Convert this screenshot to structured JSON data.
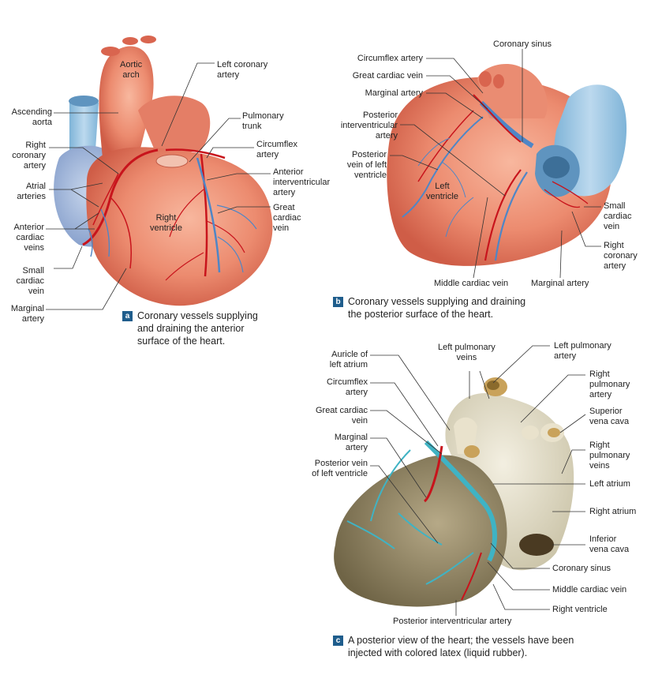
{
  "panel_a": {
    "labels": {
      "aortic_arch": "Aortic\narch",
      "left_coronary_artery": "Left coronary\nartery",
      "ascending_aorta": "Ascending\naorta",
      "pulmonary_trunk": "Pulmonary\ntrunk",
      "right_coronary_artery": "Right\ncoronary\nartery",
      "circumflex_artery": "Circumflex\nartery",
      "atrial_arteries": "Atrial\narteries",
      "anterior_interventricular_artery": "Anterior\ninterventricular\nartery",
      "right_ventricle": "Right\nventricle",
      "great_cardiac_vein": "Great\ncardiac\nvein",
      "anterior_cardiac_veins": "Anterior\ncardiac\nveins",
      "small_cardiac_vein": "Small\ncardiac\nvein",
      "marginal_artery": "Marginal\nartery"
    },
    "badge": "a",
    "caption": "Coronary vessels supplying\nand draining the anterior\nsurface of the heart."
  },
  "panel_b": {
    "labels": {
      "coronary_sinus": "Coronary sinus",
      "circumflex_artery": "Circumflex artery",
      "great_cardiac_vein": "Great cardiac vein",
      "marginal_artery": "Marginal artery",
      "posterior_interventricular_artery": "Posterior\ninterventricular\nartery",
      "posterior_vein_left_ventricle": "Posterior\nvein of left\nventricle",
      "left_ventricle": "Left\nventricle",
      "small_cardiac_vein": "Small\ncardiac\nvein",
      "right_coronary_artery": "Right\ncoronary\nartery",
      "middle_cardiac_vein": "Middle cardiac vein",
      "marginal_artery_bottom": "Marginal artery"
    },
    "badge": "b",
    "caption": "Coronary vessels supplying and draining\nthe posterior surface of the heart."
  },
  "panel_c": {
    "labels": {
      "auricle_left_atrium": "Auricle of\nleft atrium",
      "left_pulmonary_veins": "Left pulmonary\nveins",
      "left_pulmonary_artery": "Left pulmonary\nartery",
      "right_pulmonary_artery": "Right\npulmonary\nartery",
      "circumflex_artery": "Circumflex\nartery",
      "superior_vena_cava": "Superior\nvena cava",
      "great_cardiac_vein": "Great cardiac\nvein",
      "right_pulmonary_veins": "Right\npulmonary\nveins",
      "marginal_artery": "Marginal\nartery",
      "left_atrium": "Left atrium",
      "posterior_vein_left_ventricle": "Posterior vein\nof left ventricle",
      "right_atrium": "Right atrium",
      "inferior_vena_cava": "Inferior\nvena cava",
      "coronary_sinus": "Coronary sinus",
      "middle_cardiac_vein": "Middle cardiac vein",
      "right_ventricle": "Right ventricle",
      "posterior_interventricular_artery": "Posterior interventricular artery"
    },
    "badge": "c",
    "caption": "A posterior view of the heart; the vessels have been\ninjected with colored latex (liquid rubber)."
  },
  "colors": {
    "heart_flesh": "#e9826a",
    "artery_red": "#c8141c",
    "vein_blue": "#4f86c6",
    "vena_blue": "#a9c7e3",
    "badge_blue": "#1f5d8c",
    "latex_teal": "#3fb3c4",
    "specimen_tan": "#9c8e6a"
  }
}
